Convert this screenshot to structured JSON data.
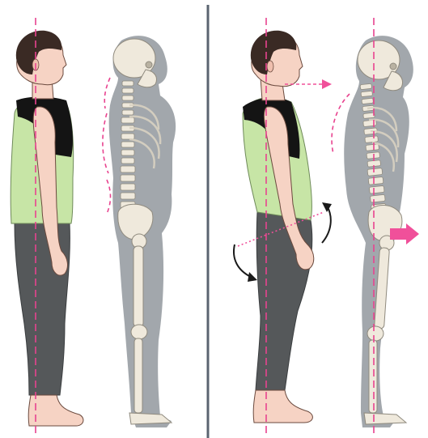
{
  "colors": {
    "plumb_line": "#e8438f",
    "divider": "#5b6470",
    "skin": "#f6d3c4",
    "skin_outline": "#6b4a3e",
    "hair": "#3a2a24",
    "vest_black": "#141414",
    "shirt_green": "#c7e5a6",
    "leggings": "#55585a",
    "silhouette": "#9da2a8",
    "bone": "#efe9dc",
    "bone_outline": "#8f8a7e",
    "arrow_pink": "#f0509a",
    "arrow_black": "#1a1a1a"
  },
  "panels": [
    {
      "name": "neutral-posture",
      "figures": [
        "person",
        "skeleton"
      ]
    },
    {
      "name": "swayback-posture",
      "figures": [
        "person",
        "skeleton"
      ]
    }
  ],
  "icons": {
    "head_forward": "arrow-right-icon",
    "pelvis_forward": "block-arrow-right-icon",
    "pelvis_tilt": "curved-rotation-arrows-icon"
  }
}
